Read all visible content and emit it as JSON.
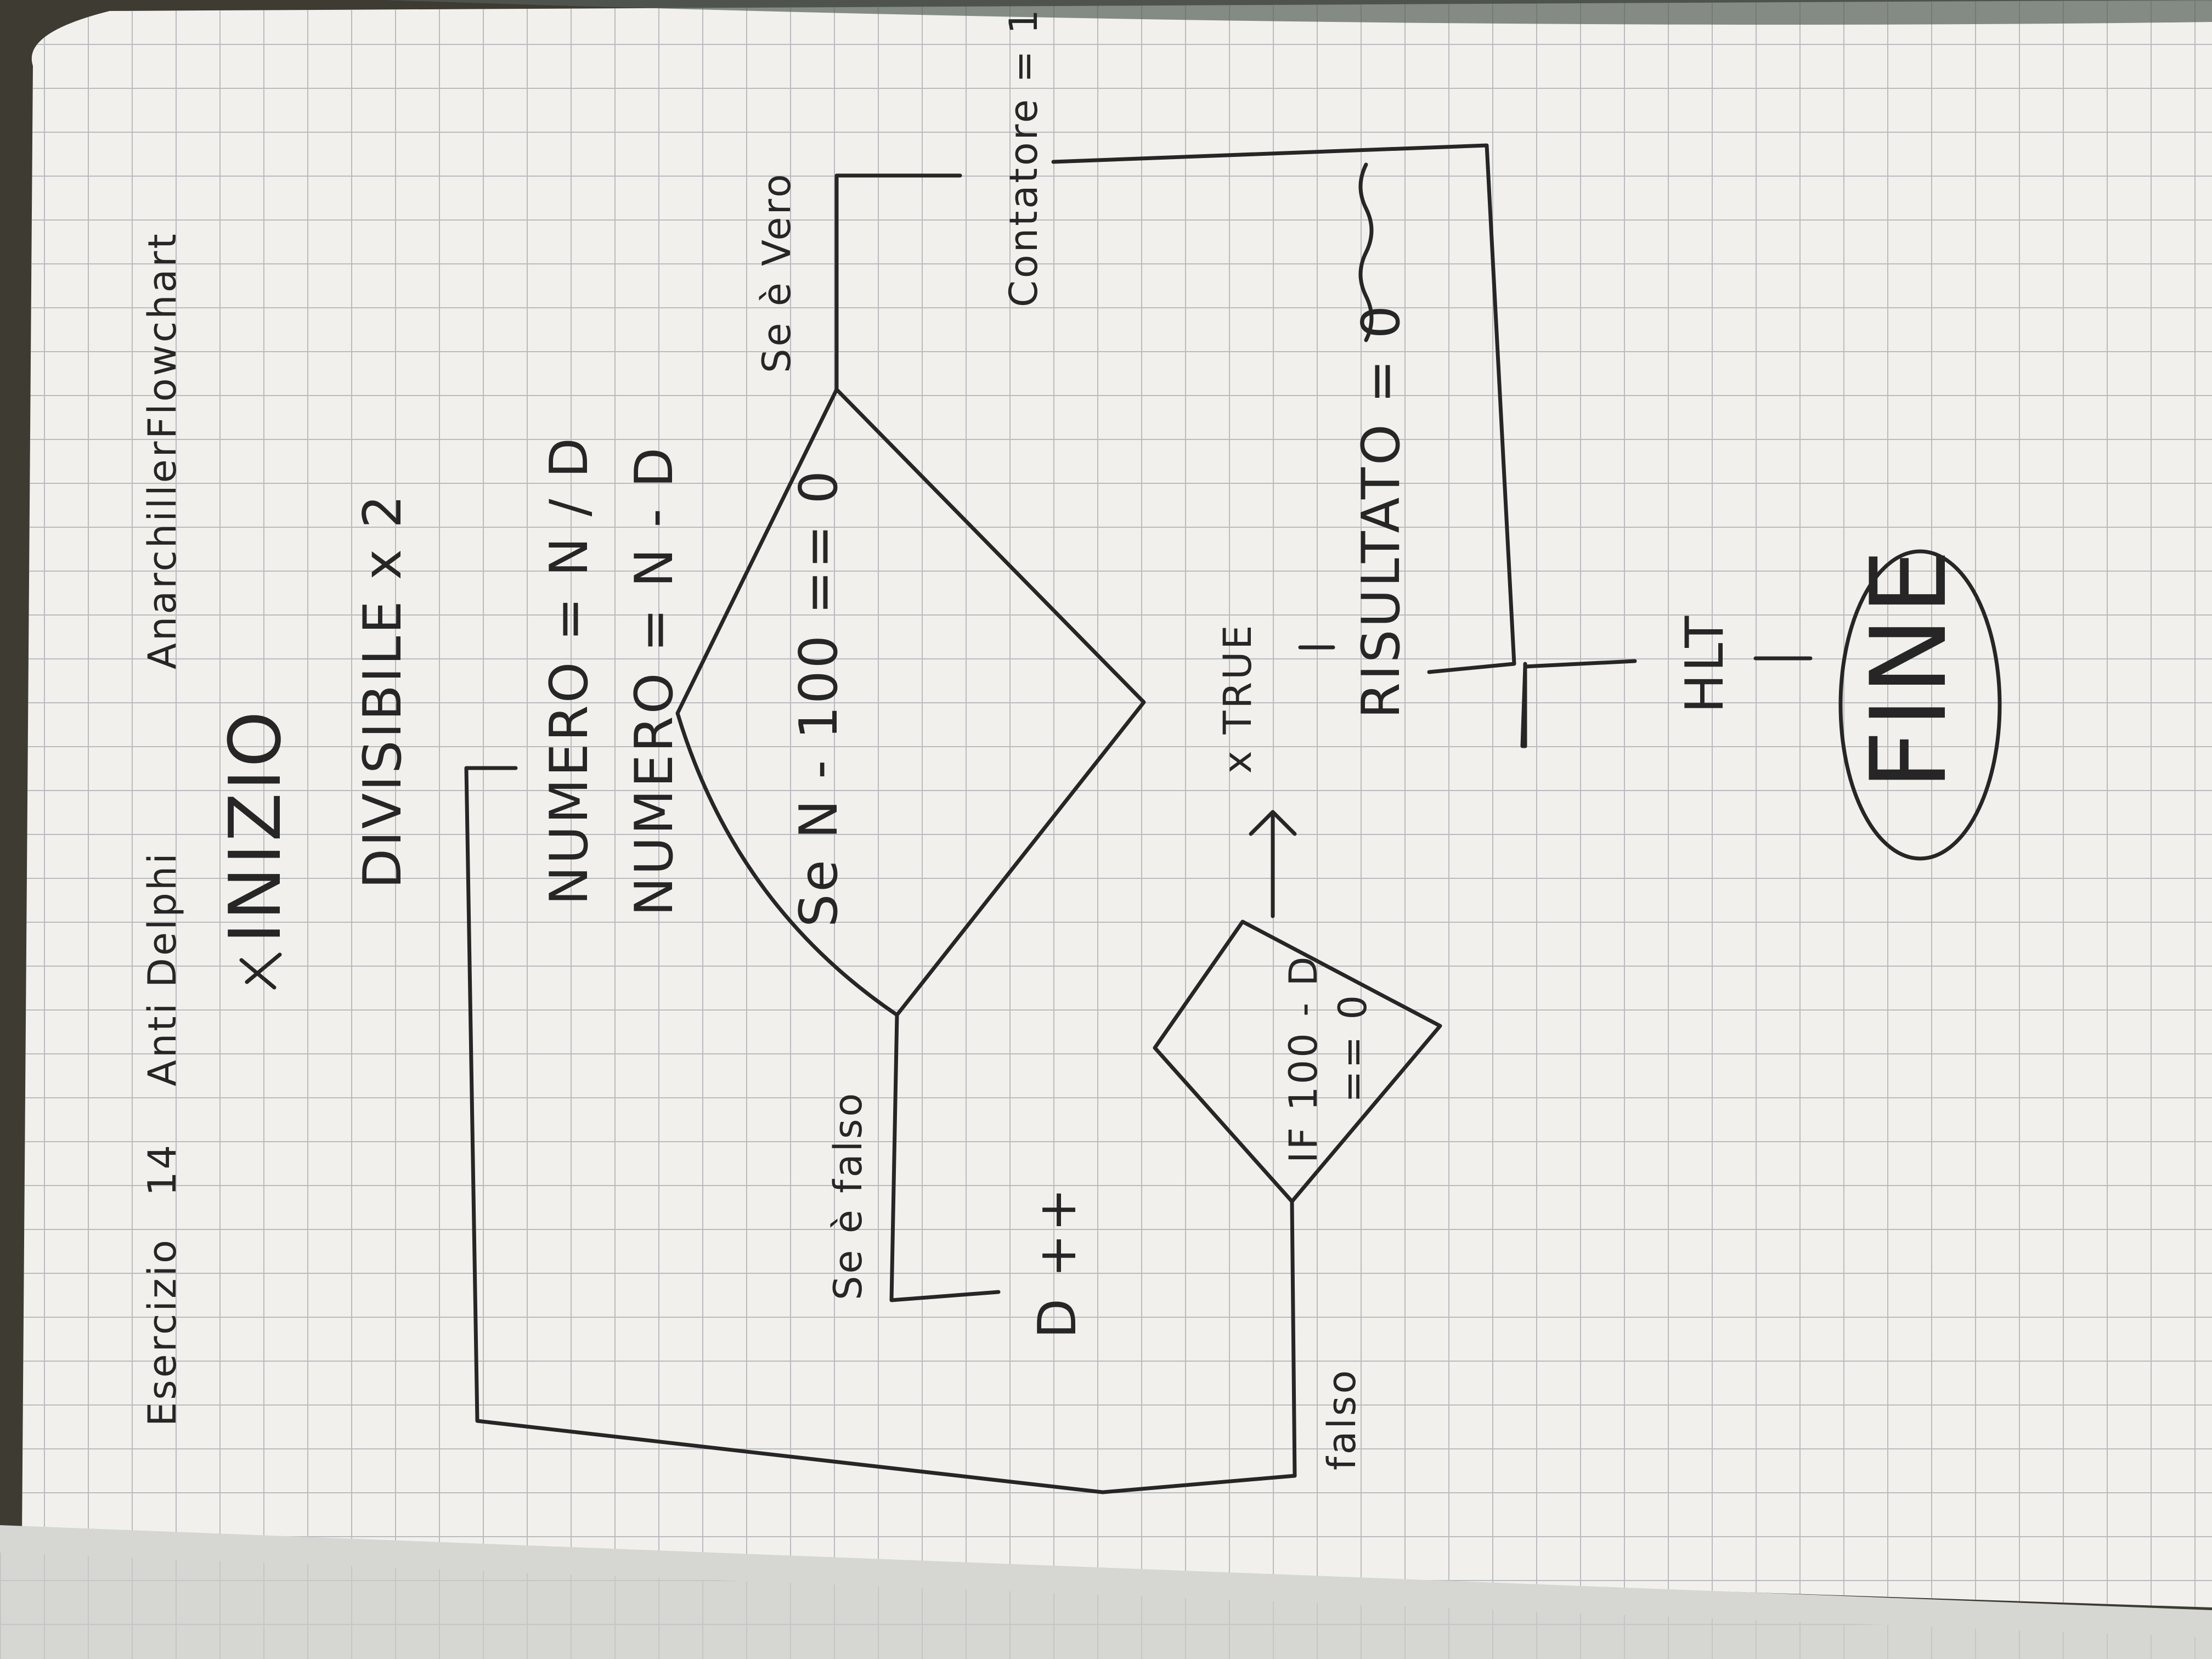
{
  "colors": {
    "paper": "#f1f0ec",
    "grid": "#b9bbbe",
    "ink": "#262626",
    "margin_band": "#c5c6c2"
  },
  "heading": {
    "parts": [
      "Esercizio",
      "14",
      "Anti",
      "Delphi",
      "Anarchiller",
      "Flowchart"
    ]
  },
  "nodes": {
    "start": "INIZIO",
    "step_divisible": "DIVISIBILE x 2",
    "assign_1": "NUMERO = N / D",
    "assign_2": "NUMERO = N - D",
    "decision_main": "Se   N - 100 == 0",
    "decision_main_true": "Se è Vero",
    "decision_main_false": "Se è falso",
    "increment": "D ++",
    "decision_if": "IF 100 - D",
    "decision_if_cond": "== 0",
    "if_true": "x TRUE",
    "if_false": "falso",
    "result": "RISULTATO = 0",
    "counter": "Contatore = 1",
    "halt": "HLT",
    "end": "FINE"
  }
}
